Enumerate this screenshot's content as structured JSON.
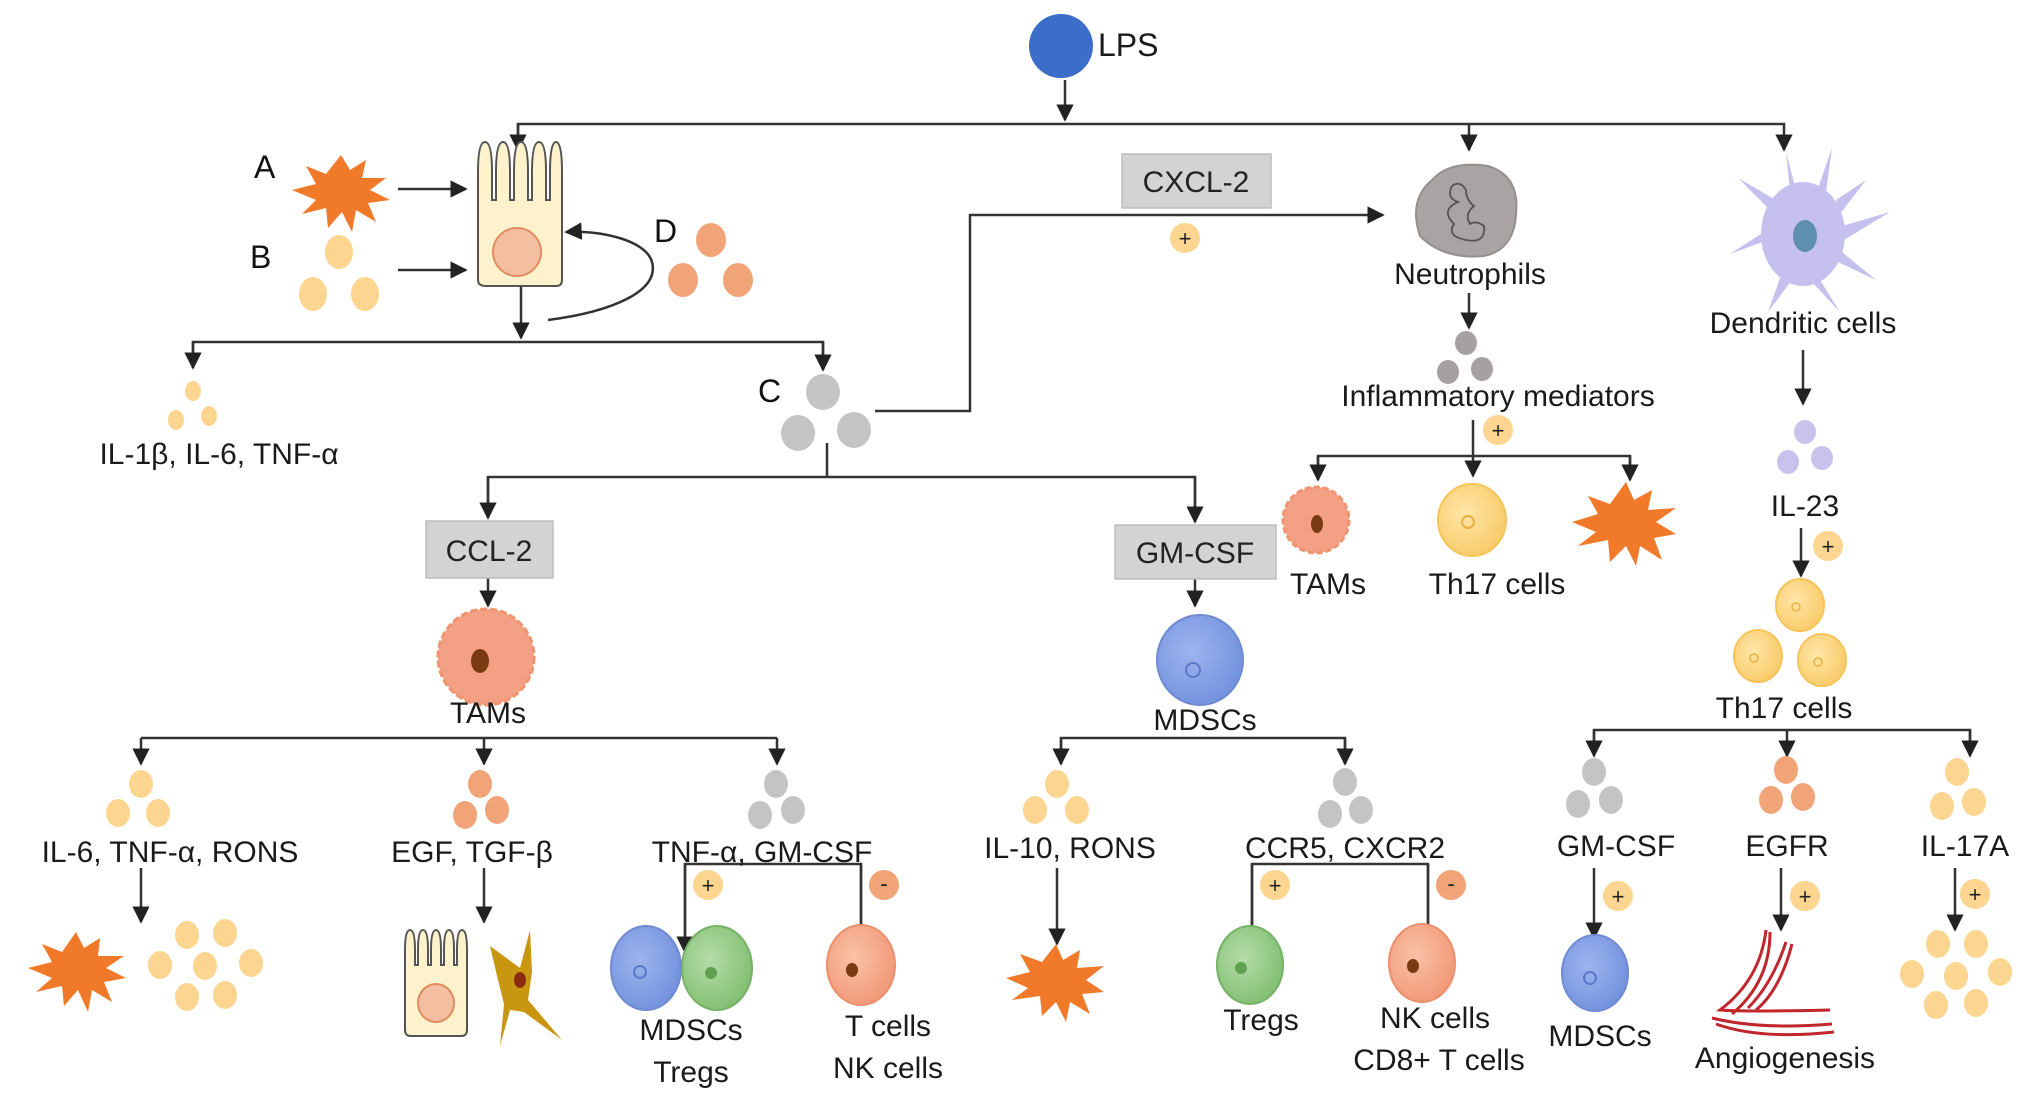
{
  "colors": {
    "lps_blue": "#3b6dc9",
    "starburst_orange": "#f07a2a",
    "cytokine_light": "#fcd590",
    "cytokine_salmon": "#f2a479",
    "cytokine_gray": "#c4c4c4",
    "mediator_gray": "#a7a0a2",
    "il23_lavender": "#c8c2ec",
    "epithelial_fill": "#fdf2cc",
    "epithelial_nucleus": "#f4bfa0",
    "tam_fill": "#f4a085",
    "tam_nucleus": "#7a3a12",
    "mdsc_blue": "#7f9be0",
    "treg_green": "#8cc67e",
    "th17_yellow": "#fcd27a",
    "tcell_salmon": "#f4a080",
    "neutrophil_gray": "#a9a3a3",
    "dendritic_lavender": "#c6c0ef",
    "dendritic_nucleus": "#5e8fae",
    "fibroblast_gold": "#c99612",
    "box_gray": "#d3d3d3",
    "plus_badge": "#fcd590",
    "minus_badge": "#f2a479",
    "vessel_red": "#c0262c"
  },
  "top": {
    "lps_label": "LPS"
  },
  "epithelium": {
    "input_labels": {
      "a": "A",
      "b": "B",
      "d": "D"
    },
    "c_label": "C",
    "secreted_label": "IL-1β, IL-6, TNF-α"
  },
  "chemokine_boxes": {
    "cxcl2": "CXCL-2",
    "ccl2": "CCL-2",
    "gmcsf": "GM-CSF"
  },
  "neutrophil_branch": {
    "cell_label": "Neutrophils",
    "mediators_label": "Inflammatory mediators",
    "targets": [
      "TAMs",
      "Th17 cells"
    ]
  },
  "dendritic_branch": {
    "cell_label": "Dendritic cells",
    "cytokine_label": "IL-23",
    "th17_label": "Th17 cells",
    "outputs": [
      {
        "factor": "GM-CSF",
        "sign": "+",
        "result": "MDSCs"
      },
      {
        "factor": "EGFR",
        "sign": "+",
        "result": "Angiogenesis"
      },
      {
        "factor": "IL-17A",
        "sign": "+",
        "result": ""
      }
    ]
  },
  "tam_branch": {
    "cell_label": "TAMs",
    "outputs": [
      {
        "factor": "IL-6, TNF-α, RONS"
      },
      {
        "factor": "EGF, TGF-β"
      },
      {
        "factor": "TNF-α, GM-CSF",
        "plus_result": [
          "MDSCs",
          "Tregs"
        ],
        "minus_result": [
          "T cells",
          "NK cells"
        ]
      }
    ]
  },
  "mdsc_branch": {
    "cell_label": "MDSCs",
    "outputs": [
      {
        "factor": "IL-10, RONS"
      },
      {
        "factor": "CCR5, CXCR2",
        "plus_result": [
          "Tregs"
        ],
        "minus_result": [
          "NK cells",
          "CD8+ T cells"
        ]
      }
    ]
  },
  "signs": {
    "plus": "+",
    "minus": "-"
  }
}
